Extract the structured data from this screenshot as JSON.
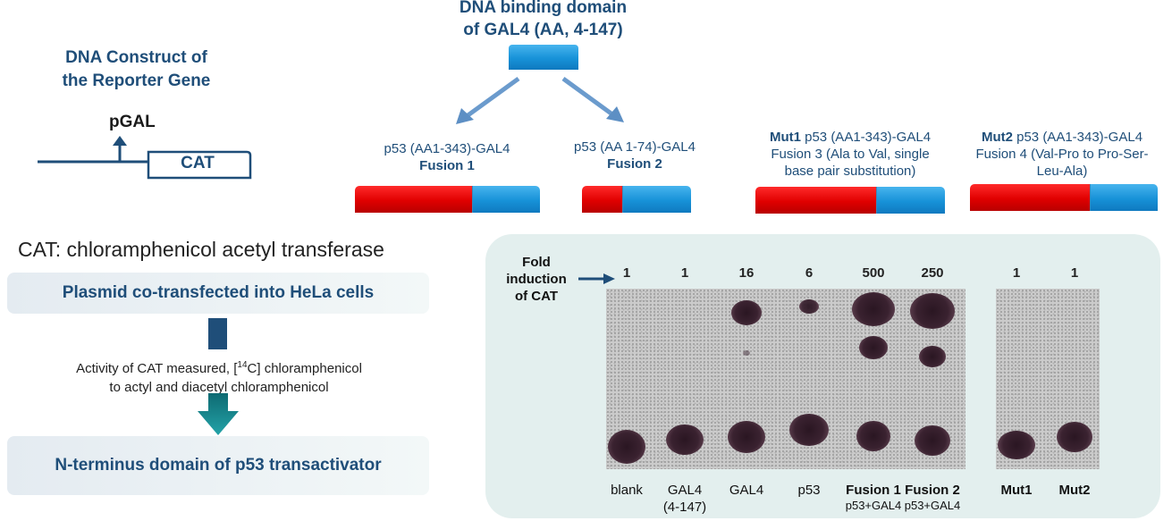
{
  "construct": {
    "title_line1": "DNA Construct of",
    "title_line2": "the Reporter Gene",
    "promoter": "pGAL",
    "gene": "CAT"
  },
  "dbd": {
    "title_line1": "DNA binding domain",
    "title_line2": "of GAL4 (AA, 4-147)"
  },
  "fusions": [
    {
      "line1": "p53 (AA1-343)-GAL4",
      "line2": "Fusion 1"
    },
    {
      "line1": "p53 (AA 1-74)-GAL4",
      "line2": "Fusion 2"
    },
    {
      "mut": "Mut1",
      "line1": " p53 (AA1-343)-GAL4",
      "line2": "Fusion 3 (Ala to Val, single",
      "line3": "base pair substitution)"
    },
    {
      "mut": "Mut2",
      "line1": " p53 (AA1-343)-GAL4",
      "line2": "Fusion 4 (Val-Pro to Pro-Ser-",
      "line3": "Leu-Ala)"
    }
  ],
  "cat_def": "CAT: chloramphenicol acetyl transferase",
  "flow": {
    "step1": "Plasmid co-transfected into HeLa cells",
    "activity_a": "Activity of CAT measured, [",
    "activity_sup": "14",
    "activity_b": "C] chloramphenicol",
    "activity_line2": "to actyl and diacetyl chloramphenicol",
    "step2": "N-terminus domain of p53 transactivator"
  },
  "fold": {
    "label_line1": "Fold",
    "label_line2": "induction",
    "label_line3": "of CAT",
    "values": [
      "1",
      "1",
      "16",
      "6",
      "500",
      "250",
      "1",
      "1"
    ]
  },
  "lanes": [
    {
      "name": "blank",
      "sub": ""
    },
    {
      "name": "GAL4",
      "sub": "(4-147)"
    },
    {
      "name": "GAL4",
      "sub": ""
    },
    {
      "name": "p53",
      "sub": ""
    },
    {
      "name": "Fusion 1",
      "sub": "p53+GAL4"
    },
    {
      "name": "Fusion 2",
      "sub": "p53+GAL4"
    },
    {
      "name": "Mut1",
      "sub": ""
    },
    {
      "name": "Mut2",
      "sub": ""
    }
  ],
  "colors": {
    "navy": "#1f4e79",
    "p53_red": "#e00000",
    "gal4_blue": "#1792d8",
    "arrow_teal": "#1a8a8f"
  }
}
